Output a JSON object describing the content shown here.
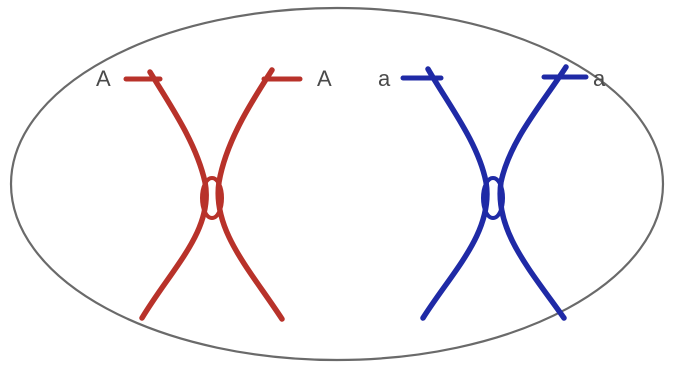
{
  "diagram": {
    "left_homolog": {
      "allele_left": "A",
      "allele_right": "A",
      "color": "#b8322a"
    },
    "right_homolog": {
      "allele_left": "a",
      "allele_right": "a",
      "color": "#1f2aa6"
    },
    "outline_color": "#6a6a6a"
  }
}
